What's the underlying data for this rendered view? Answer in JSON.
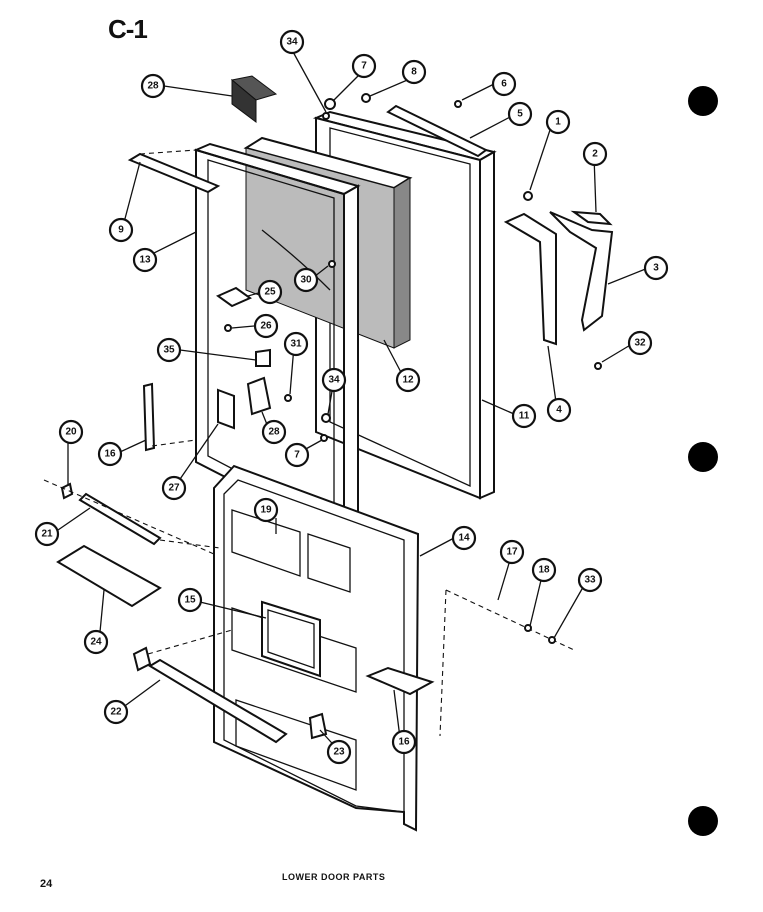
{
  "page": {
    "title": "C-1",
    "page_number": "24",
    "caption": "LOWER DOOR PARTS"
  },
  "callouts": [
    {
      "id": "c28a",
      "label": "28"
    },
    {
      "id": "c34a",
      "label": "34"
    },
    {
      "id": "c7a",
      "label": "7"
    },
    {
      "id": "c8",
      "label": "8"
    },
    {
      "id": "c6",
      "label": "6"
    },
    {
      "id": "c5",
      "label": "5"
    },
    {
      "id": "c1",
      "label": "1"
    },
    {
      "id": "c2",
      "label": "2"
    },
    {
      "id": "c3",
      "label": "3"
    },
    {
      "id": "c32",
      "label": "32"
    },
    {
      "id": "c4",
      "label": "4"
    },
    {
      "id": "c11",
      "label": "11"
    },
    {
      "id": "c12",
      "label": "12"
    },
    {
      "id": "c9",
      "label": "9"
    },
    {
      "id": "c13",
      "label": "13"
    },
    {
      "id": "c30",
      "label": "30"
    },
    {
      "id": "c25",
      "label": "25"
    },
    {
      "id": "c26",
      "label": "26"
    },
    {
      "id": "c35",
      "label": "35"
    },
    {
      "id": "c31",
      "label": "31"
    },
    {
      "id": "c34b",
      "label": "34"
    },
    {
      "id": "c28b",
      "label": "28"
    },
    {
      "id": "c7b",
      "label": "7"
    },
    {
      "id": "c27",
      "label": "27"
    },
    {
      "id": "c16a",
      "label": "16"
    },
    {
      "id": "c20",
      "label": "20"
    },
    {
      "id": "c21",
      "label": "21"
    },
    {
      "id": "c24",
      "label": "24"
    },
    {
      "id": "c19",
      "label": "19"
    },
    {
      "id": "c14",
      "label": "14"
    },
    {
      "id": "c17",
      "label": "17"
    },
    {
      "id": "c18",
      "label": "18"
    },
    {
      "id": "c33",
      "label": "33"
    },
    {
      "id": "c15",
      "label": "15"
    },
    {
      "id": "c22",
      "label": "22"
    },
    {
      "id": "c23",
      "label": "23"
    },
    {
      "id": "c16b",
      "label": "16"
    }
  ]
}
